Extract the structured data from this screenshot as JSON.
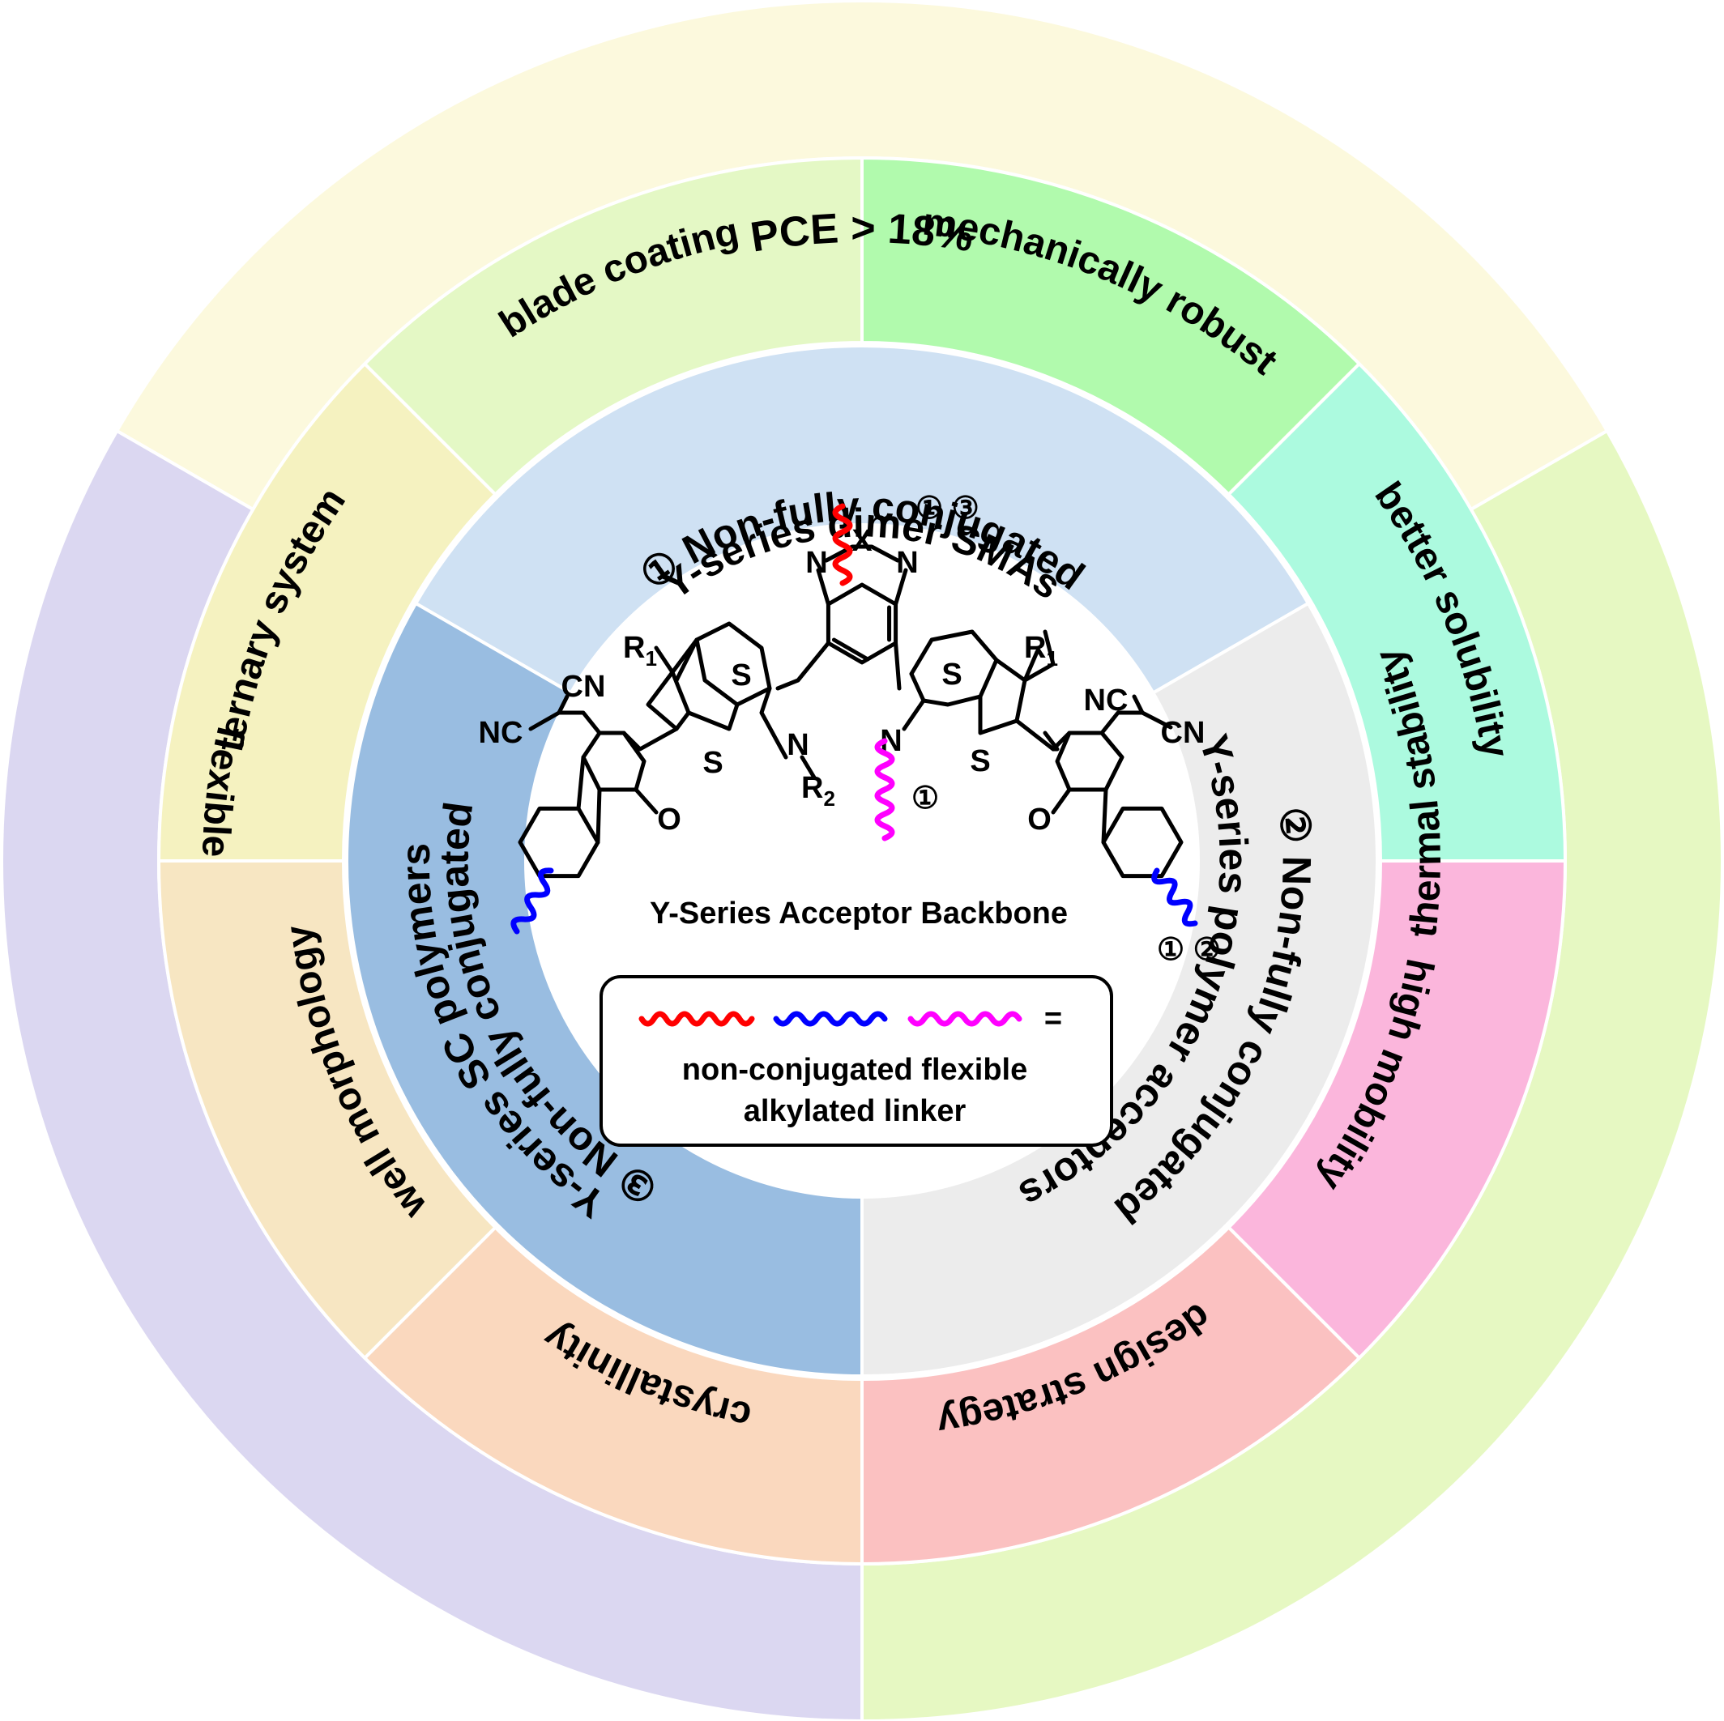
{
  "outer_ring": [
    {
      "label": "PCE > 18%",
      "color": "#fcf9dd"
    },
    {
      "label": "thermal stability",
      "color": "#e6f8c2"
    },
    {
      "label": "flexible",
      "color": "#dbd7f1"
    }
  ],
  "middle_ring": [
    {
      "label": "mechanically  robust",
      "color": "#b1faad"
    },
    {
      "label": "better solubility",
      "color": "#acfadf"
    },
    {
      "label": "high mobility",
      "color": "#fbb6dc"
    },
    {
      "label": "design strategy",
      "color": "#fbc1c1"
    },
    {
      "label": "crystallinity",
      "color": "#fad8be"
    },
    {
      "label": "well morphology",
      "color": "#f7e6c2"
    },
    {
      "label": "ternary system",
      "color": "#f5f2c0"
    },
    {
      "label": "blade coating",
      "color": "#e4f8c5"
    }
  ],
  "inner_ring": [
    {
      "marker": "①",
      "line1": "Non-fully conjugated",
      "line2": "Y-series dimer SMAs",
      "color": "#cfe1f3"
    },
    {
      "marker": "②",
      "line1": "Non-fully conjugated",
      "line2": "Y-series polymer acceptors",
      "color": "#ececec"
    },
    {
      "marker": "③",
      "line1": "Non-fully conjugated",
      "line2": "Y-series SC polymers",
      "color": "#99bde1"
    }
  ],
  "center": {
    "backbone_label": "Y-Series Acceptor Backbone",
    "legend_equals": "=",
    "legend_line1": "non-conjugated flexible",
    "legend_line2": "alkylated linker",
    "linker_colors": {
      "red": "#ff0000",
      "blue": "#0000ff",
      "magenta": "#ff00ff"
    },
    "chain_markers": {
      "top": "① ③",
      "middle": "①",
      "right": "① ②"
    },
    "atoms": {
      "S": "S",
      "N": "N",
      "X": "X",
      "O": "O",
      "NC": "NC",
      "CN": "CN",
      "R": "R",
      "R_sub1": "1",
      "R_sub2": "2"
    }
  }
}
